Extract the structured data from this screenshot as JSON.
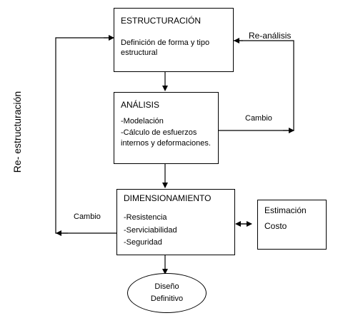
{
  "nodes": {
    "estructuracion": {
      "title": "ESTRUCTURACIÓN",
      "lines": [
        "Definición de forma y tipo",
        "estructural"
      ]
    },
    "analisis": {
      "title": "ANÁLISIS",
      "lines": [
        "-Modelación",
        "-Cálculo de esfuerzos",
        "internos y deformaciones."
      ]
    },
    "dimensionamiento": {
      "title": "DIMENSIONAMIENTO",
      "lines": [
        "-Resistencia",
        "-Serviciabilidad",
        "-Seguridad"
      ]
    },
    "estimacion": {
      "lines": [
        "Estimación",
        "Costo"
      ]
    },
    "diseno": {
      "lines": [
        "Diseño",
        "Definitivo"
      ]
    }
  },
  "labels": {
    "re_analisis": "Re-análisis",
    "cambio_right": "Cambio",
    "cambio_left": "Cambio",
    "re_estructuracion": "Re- estructuración"
  },
  "edges": [
    {
      "from": "estructuracion",
      "to": "analisis"
    },
    {
      "from": "analisis",
      "to": "dimensionamiento"
    },
    {
      "from": "dimensionamiento",
      "to": "diseno"
    },
    {
      "from": "dimensionamiento",
      "to": "estimacion",
      "bidirectional": true
    },
    {
      "from": "analisis",
      "to": "estructuracion",
      "label": "Re-análisis"
    },
    {
      "from": "dimensionamiento",
      "to": "estructuracion",
      "label": "Re- estructuración"
    }
  ]
}
